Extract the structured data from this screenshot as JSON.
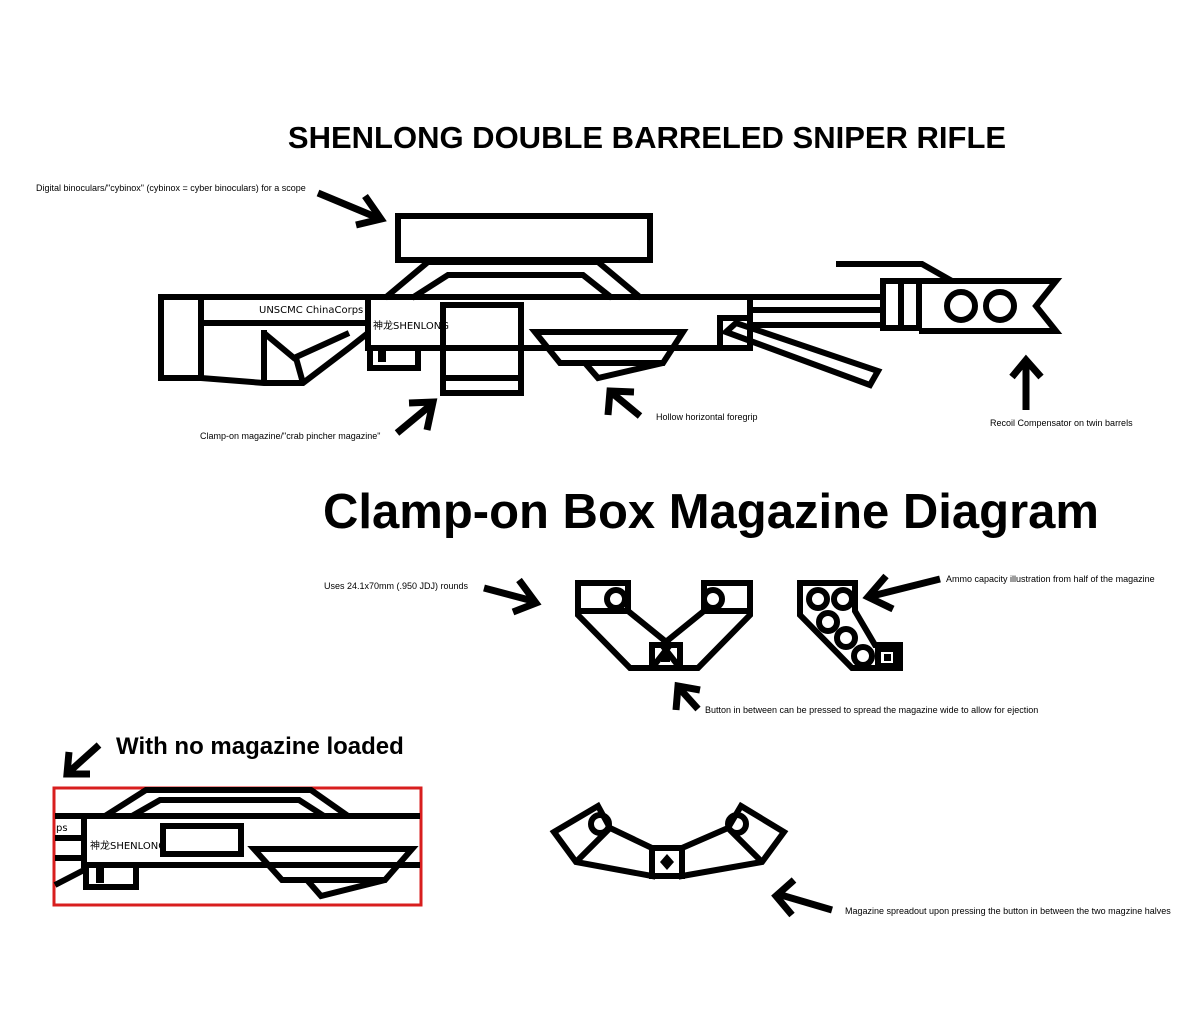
{
  "titles": {
    "rifle": "SHENLONG DOUBLE BARRELED SNIPER RIFLE",
    "magazine_diagram": "Clamp-on Box Magazine Diagram",
    "no_magazine": "With no magazine loaded"
  },
  "gun_labels": {
    "stock_marking": "UNSCMC ChinaCorps",
    "receiver_marking": "神龙SHENLONG",
    "inset_receiver_marking": "神龙SHENLONG",
    "inset_cut_marking": "ps"
  },
  "annotations": {
    "scope": "Digital binoculars/\"cybinox\" (cybinox = cyber binoculars) for a scope",
    "magazine": "Clamp-on magazine/\"crab pincher magazine\"",
    "foregrip": "Hollow horizontal foregrip",
    "compensator": "Recoil Compensator on twin barrels",
    "rounds": "Uses 24.1x70mm (.950 JDJ) rounds",
    "ammo_capacity": "Ammo capacity illustration from half of the magazine",
    "button": "Button in between can be pressed to spread the magazine wide to allow for ejection",
    "spreadout": "Magazine spreadout upon pressing the button in between the two magzine halves"
  },
  "colors": {
    "ink": "#000000",
    "background": "#ffffff",
    "inset_frame": "#d81e1e"
  }
}
